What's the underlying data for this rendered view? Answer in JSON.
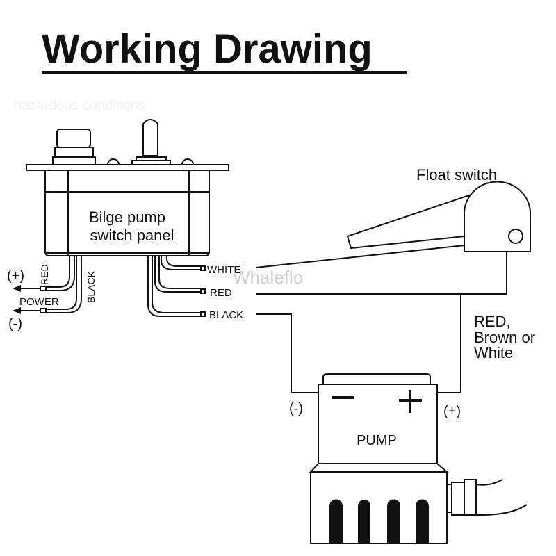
{
  "title": "Working Drawing",
  "ghost_text": "hazardous conditions",
  "watermark": "Whaleflo",
  "switch_panel": {
    "line1": "Bilge pump",
    "line2": "switch panel"
  },
  "power": {
    "plus": "(+)",
    "minus": "(-)",
    "label": "POWER",
    "red": "RED",
    "black": "BLACK"
  },
  "outputs": {
    "white": "WHITE",
    "red": "RED",
    "black": "BLACK"
  },
  "float_switch": {
    "label": "Float switch"
  },
  "float_wire_note": {
    "line1": "RED,",
    "line2": "Brown or",
    "line3": "White"
  },
  "pump": {
    "label": "PUMP",
    "minus_terminal": "(-)",
    "plus_terminal": "(+)"
  },
  "colors": {
    "ink": "#111111",
    "watermark": "#c8c8c8"
  }
}
